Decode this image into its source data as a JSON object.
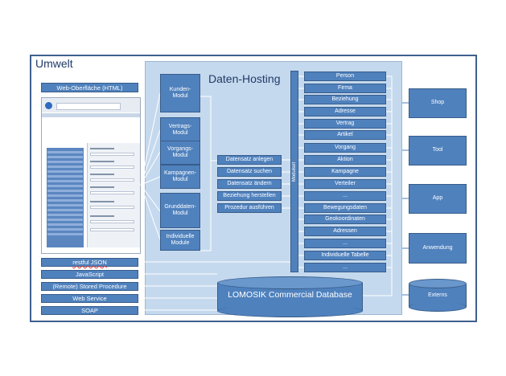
{
  "umwelt": {
    "title": "Umwelt"
  },
  "hosting": {
    "title": "Daten-Hosting"
  },
  "web_ui": {
    "label": "Web-Oberfläche (HTML)"
  },
  "interfaces": [
    {
      "label": "restful JSON"
    },
    {
      "label": "JavaScript"
    },
    {
      "label": "(Remote) Stored Procedure"
    },
    {
      "label": "Web Service"
    },
    {
      "label": "SOAP"
    }
  ],
  "modules": [
    {
      "label": "Kunden-\nModul"
    },
    {
      "label": "Vertrags-\nModul"
    },
    {
      "label": "Vorgangs-\nModul"
    },
    {
      "label": "Kampagnen-\nModul"
    },
    {
      "label": "Grunddaten-\nModul"
    },
    {
      "label": "Individuelle\nModule"
    }
  ],
  "operations": [
    {
      "label": "Datensatz anlegen"
    },
    {
      "label": "Datensatz suchen"
    },
    {
      "label": "Datensatz ändern"
    },
    {
      "label": "Beziehung herstellen"
    },
    {
      "label": "Prozedur ausführen"
    }
  ],
  "bus": {
    "label": "Modulset"
  },
  "entities": [
    {
      "label": "Person"
    },
    {
      "label": "Firma"
    },
    {
      "label": "Beziehung"
    },
    {
      "label": "Adresse"
    },
    {
      "label": "Vertrag"
    },
    {
      "label": "Artikel"
    },
    {
      "label": "Vorgang"
    },
    {
      "label": "Aktion"
    },
    {
      "label": "Kampagne"
    },
    {
      "label": "Verteiler"
    },
    {
      "label": "..."
    },
    {
      "label": "Bewegungsdaten"
    },
    {
      "label": "Geokoordinaten"
    },
    {
      "label": "Adressen"
    },
    {
      "label": "..."
    },
    {
      "label": "Individuelle Tabelle"
    },
    {
      "label": "..."
    }
  ],
  "consumers": [
    {
      "label": "Shop"
    },
    {
      "label": "Tool"
    },
    {
      "label": "App"
    },
    {
      "label": "Anwendung"
    }
  ],
  "database": {
    "label": "LOMOSIK Commercial Database"
  },
  "externs": {
    "label": "Externs"
  },
  "colors": {
    "box_fill": "#4f81bd",
    "hosting_fill": "#c5d9ee",
    "frame": "#3f5f8f"
  }
}
